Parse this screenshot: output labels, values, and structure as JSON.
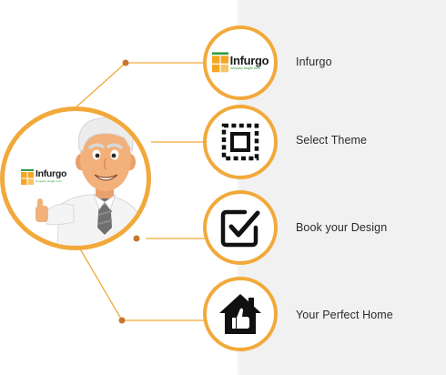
{
  "steps": [
    {
      "label": "Infurgo",
      "icon": "infurgo-logo-icon"
    },
    {
      "label": "Select Theme",
      "icon": "dashed-square-icon"
    },
    {
      "label": "Book your Design",
      "icon": "checkbox-icon"
    },
    {
      "label": "Your Perfect Home",
      "icon": "house-thumbs-up-icon"
    }
  ],
  "logo": {
    "name": "Infurgo",
    "tagline": "company slogan here"
  },
  "colors": {
    "accent": "#f2a93b",
    "dot": "#c9772e",
    "panel": "#f1f1f1",
    "logo_orange": "#f5a623",
    "logo_green": "#2f9a3c"
  }
}
